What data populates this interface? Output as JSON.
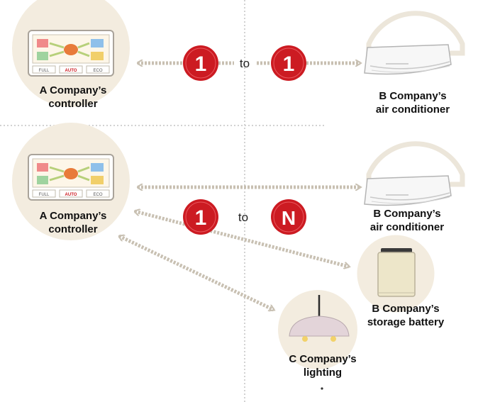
{
  "top": {
    "left_number": "1",
    "connector": "to",
    "right_number": "1",
    "controller": {
      "line1": "A Company’s",
      "line2": "controller"
    },
    "air_conditioner": {
      "line1": "B Company’s",
      "line2": "air conditioner"
    }
  },
  "bottom": {
    "left_number": "1",
    "connector": "to",
    "right_number": "N",
    "controller": {
      "line1": "A Company’s",
      "line2": "controller"
    },
    "air_conditioner": {
      "line1": "B Company’s",
      "line2": "air conditioner"
    },
    "storage_battery": {
      "line1": "B Company’s",
      "line2": "storage battery"
    },
    "lighting": {
      "line1": "C Company’s",
      "line2": "lighting"
    }
  },
  "controller_panel": {
    "buttons": [
      "FULL",
      "AUTO",
      "ECO"
    ]
  },
  "colors": {
    "badge_red": "#cc1b22",
    "circle_beige": "#f3ecdf",
    "arrow_gray": "#c8c0b2",
    "divider": "#cfcfcf"
  }
}
